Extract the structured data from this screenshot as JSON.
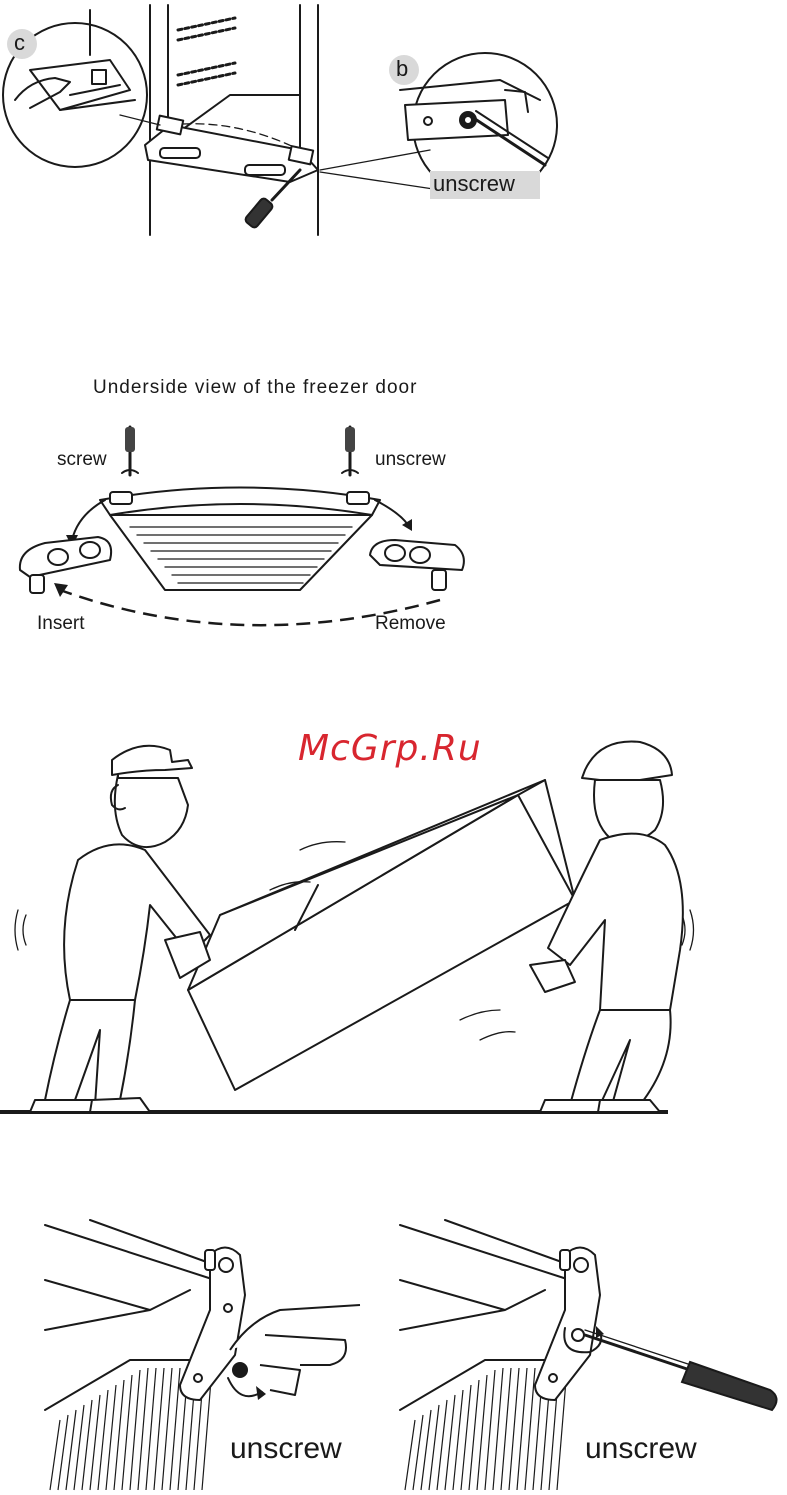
{
  "panel_1": {
    "callout_c": "c",
    "callout_b": "b",
    "unscrew": "unscrew"
  },
  "panel_2": {
    "title": "Underside view of the freezer door",
    "screw": "screw",
    "unscrew": "unscrew",
    "insert": "Insert",
    "remove": "Remove"
  },
  "panel_3": {
    "watermark": "McGrp.Ru"
  },
  "panel_4": {
    "left_unscrew": "unscrew",
    "right_unscrew": "unscrew"
  },
  "colors": {
    "ink": "#1a1a1a",
    "watermark": "#d8262f",
    "label_bg": "#d9d9d9"
  }
}
